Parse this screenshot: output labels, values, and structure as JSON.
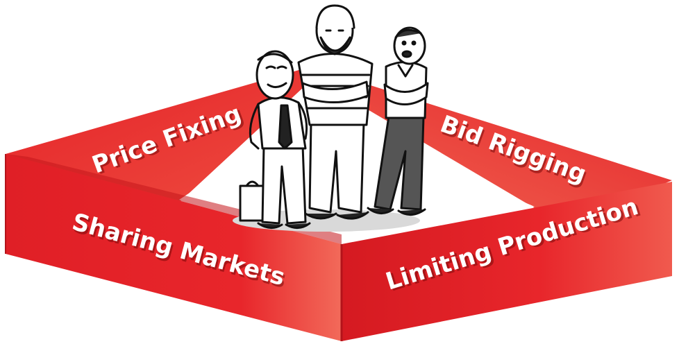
{
  "labels": {
    "top_left": "Price Fixing",
    "top_right": "Bid Rigging",
    "bottom_left": "Sharing Markets",
    "bottom_right": "Limiting Production"
  },
  "colors": {
    "band_light": "#f05a4e",
    "band_mid": "#e8262b",
    "band_dark": "#c4161c",
    "band_top": "#ed3a35",
    "label_text": "#ffffff"
  },
  "illustration": {
    "subject": "three-men-cartel-illustration",
    "people": [
      "smirking-man-with-tie-and-briefcase",
      "bearded-man-arms-crossed",
      "man-arms-crossed-talking"
    ]
  }
}
